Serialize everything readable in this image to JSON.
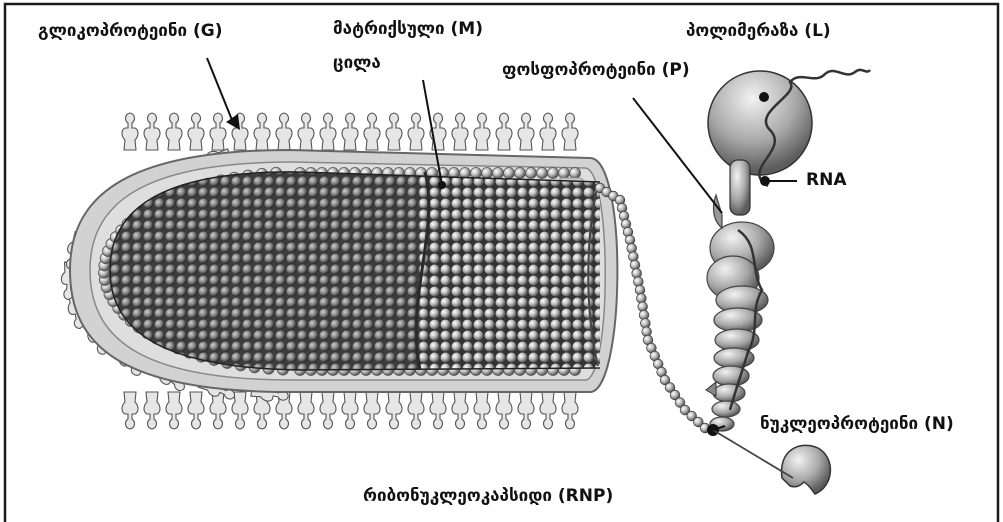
{
  "labels": {
    "glycoprotein": "გლიკოპროტეინი (G)",
    "matrix_line1": "მატრიქსული (M)",
    "matrix_line2": "ცილა",
    "polymerase": "პოლიმერაზა (L)",
    "phosphoprotein": "ფოსფოპროტეინი (P)",
    "rna": "RNA",
    "nucleoprotein": "ნუკლეოპროტეინი (N)",
    "rnp": "რიბონუკლეოკაპსიდი (RNP)"
  },
  "colors": {
    "background": "#ffffff",
    "border": "#1a1a1a",
    "envelope": "#d6d6d6",
    "core": "#4a4a4a",
    "bead": "#b8b8b8",
    "text": "#111111"
  }
}
